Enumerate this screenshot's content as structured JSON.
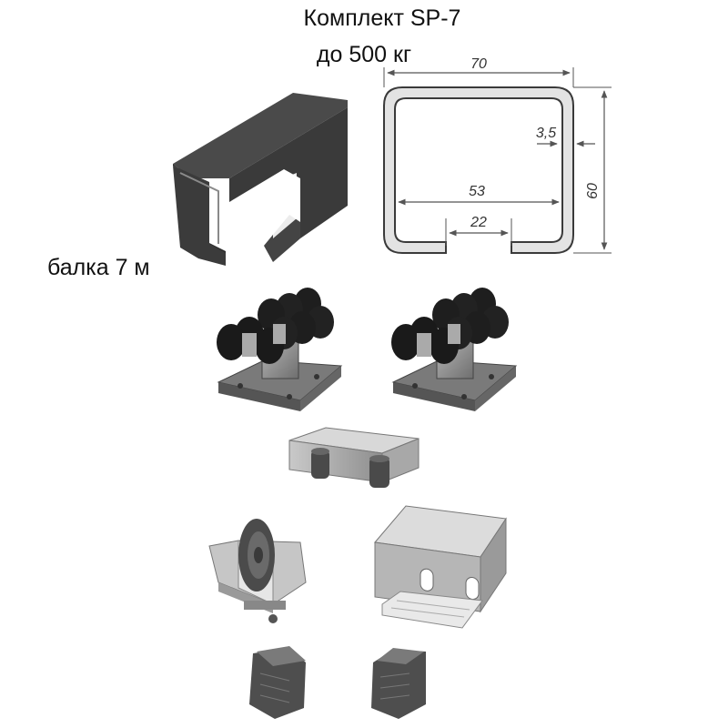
{
  "header": {
    "title": "Комплект SP-7",
    "capacity": "до 500 кг"
  },
  "beam": {
    "label": "балка 7 м"
  },
  "profile_dimensions": {
    "width": "70",
    "height": "60",
    "thickness": "3,5",
    "inner_width": "53",
    "slot_width": "22"
  },
  "colors": {
    "steel_dark": "#3d3d3d",
    "steel_light": "#9a9a9a",
    "roller": "#1e1e1e",
    "dimension_line": "#555555"
  }
}
